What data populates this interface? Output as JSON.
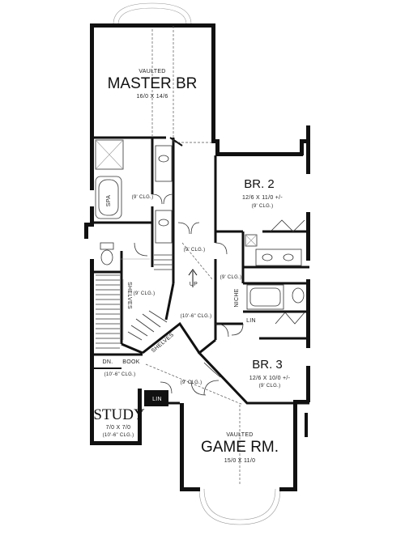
{
  "rooms": {
    "master": {
      "tag": "VAULTED",
      "name": "MASTER BR",
      "dims": "16/0 X 14/6"
    },
    "br2": {
      "name": "BR. 2",
      "dims": "12/6 X 11/0 +/-",
      "ceiling": "(9' CLG.)"
    },
    "br3": {
      "name": "BR. 3",
      "dims": "12/6 X 10/0 +/-",
      "ceiling": "(9' CLG.)"
    },
    "study": {
      "name": "STUDY",
      "dims": "7/0 X 7/0",
      "ceiling": "(10'-6\" CLG.)"
    },
    "game": {
      "tag": "VAULTED",
      "name": "GAME RM.",
      "dims": "15/0 X 11/0"
    }
  },
  "labels": {
    "spa": "SPA",
    "bath_clg": "(9' CLG.)",
    "wic_clg": "(9' CLG.)",
    "hall_clg_upper": "(9' CLG.)",
    "hall_clg_right": "(9' CLG.)",
    "stair_clg": "(10'-6\" CLG.)",
    "up": "UP",
    "shelves_left": "SHELVES",
    "shelves_diag": "SHELVES",
    "dn": "DN.",
    "book": "BOOK",
    "landing_clg": "(10'-6\" CLG.)",
    "lin_upper": "LIN",
    "lin_lower": "LIN",
    "niche": "NICHE",
    "entry_clg": "(9' CLG.)"
  }
}
